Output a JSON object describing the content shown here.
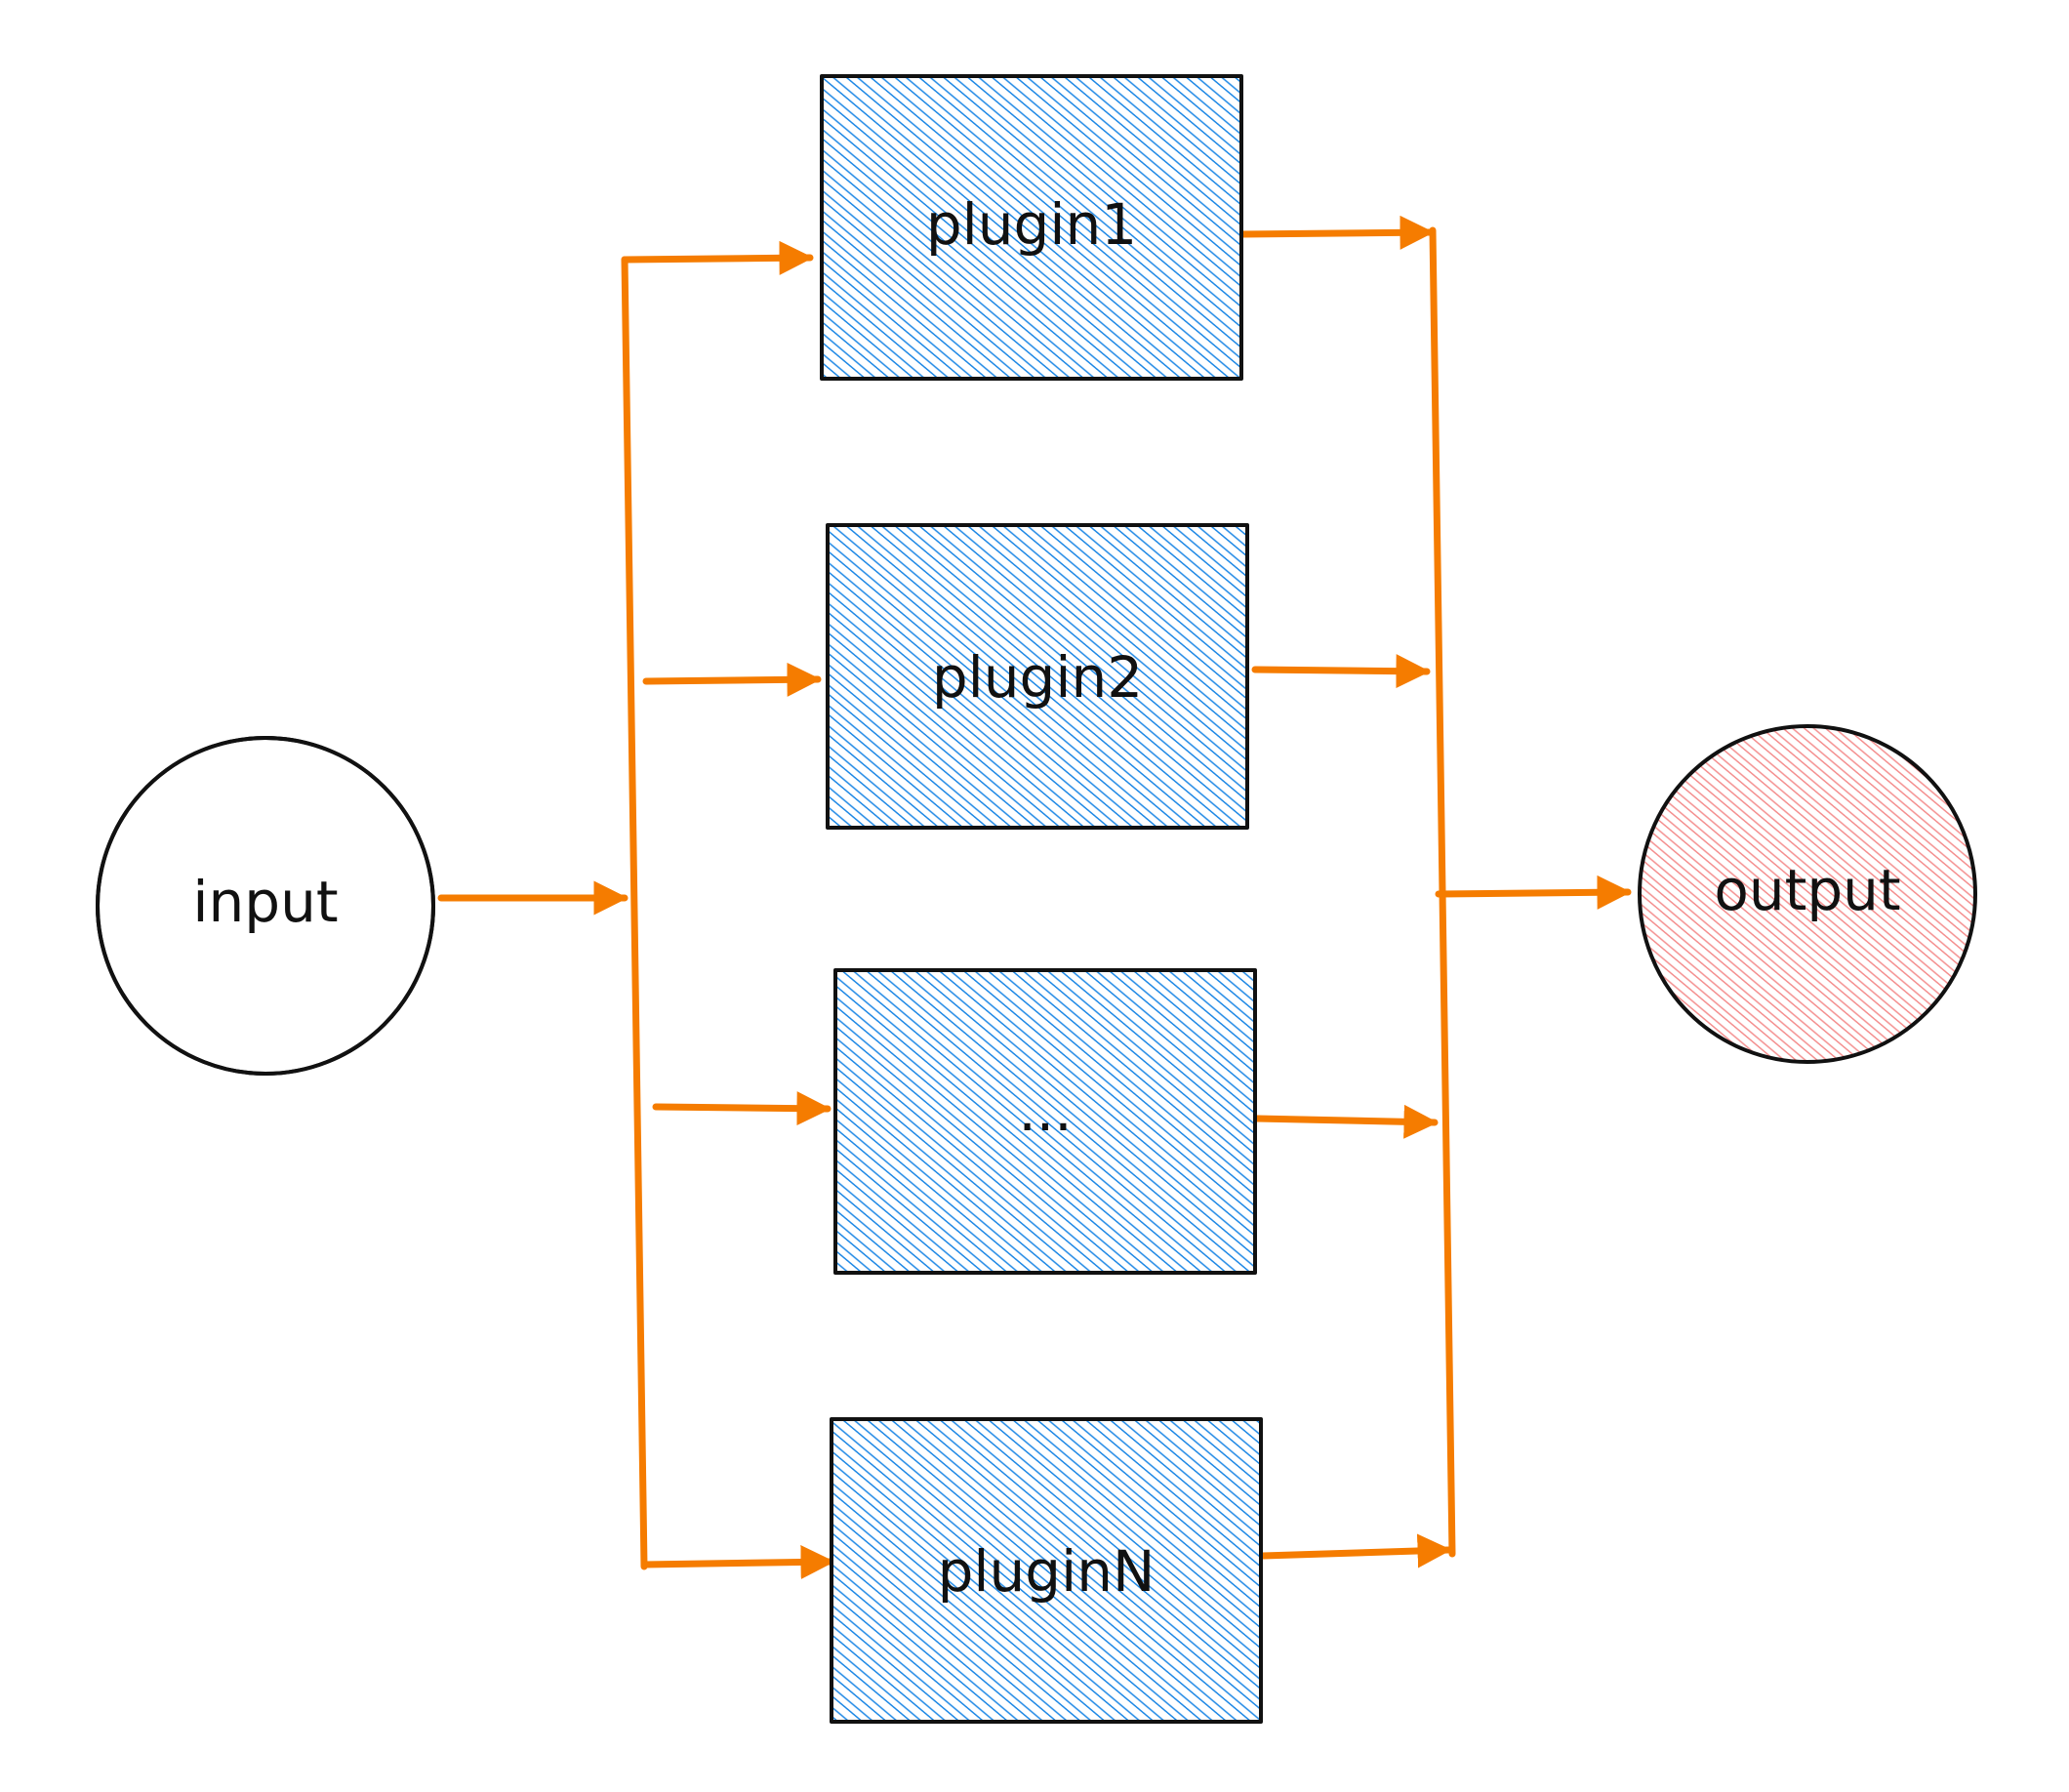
{
  "colors": {
    "input_fill": "#8bc34a",
    "plugin_fill": "#1e88e5",
    "output_fill": "#f48f8f",
    "arrow": "#f57c00",
    "border": "#111111"
  },
  "diagram": {
    "input": {
      "label": "input"
    },
    "output": {
      "label": "output"
    },
    "plugins": [
      {
        "label": "plugin1"
      },
      {
        "label": "plugin2"
      },
      {
        "label": "..."
      },
      {
        "label": "pluginN"
      }
    ]
  }
}
